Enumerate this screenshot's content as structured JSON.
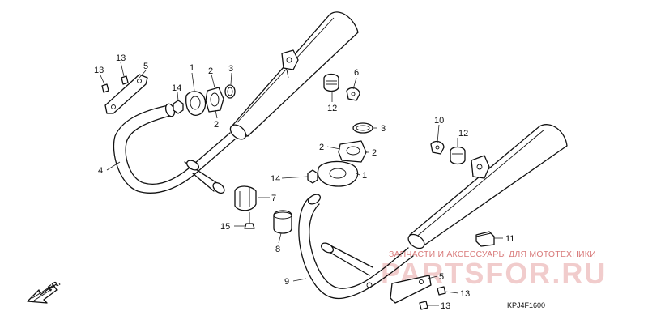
{
  "diagram": {
    "callouts": {
      "c1a": "1",
      "c2a": "2",
      "c2b": "2",
      "c3a": "3",
      "c4": "4",
      "c5a": "5",
      "c13a": "13",
      "c13b": "13",
      "c14a": "14",
      "c6": "6",
      "c12a": "12",
      "c3b": "3",
      "c2c": "2",
      "c2d": "2",
      "c14b": "14",
      "c1b": "1",
      "c10": "10",
      "c12b": "12",
      "c7": "7",
      "c15": "15",
      "c8": "8",
      "c11": "11",
      "c9": "9",
      "c5b": "5",
      "c13c": "13",
      "c13d": "13"
    },
    "direction_label": "FR.",
    "diagram_code": "KPJ4F1600"
  },
  "watermark": {
    "caption": "ЗАПЧАСТИ И АКСЕССУАРЫ ДЛЯ МОТОТЕХНИКИ",
    "brand": "PARTSFOR.RU"
  },
  "colors": {
    "line": "#111111",
    "watermark": "#cf5a5a"
  }
}
